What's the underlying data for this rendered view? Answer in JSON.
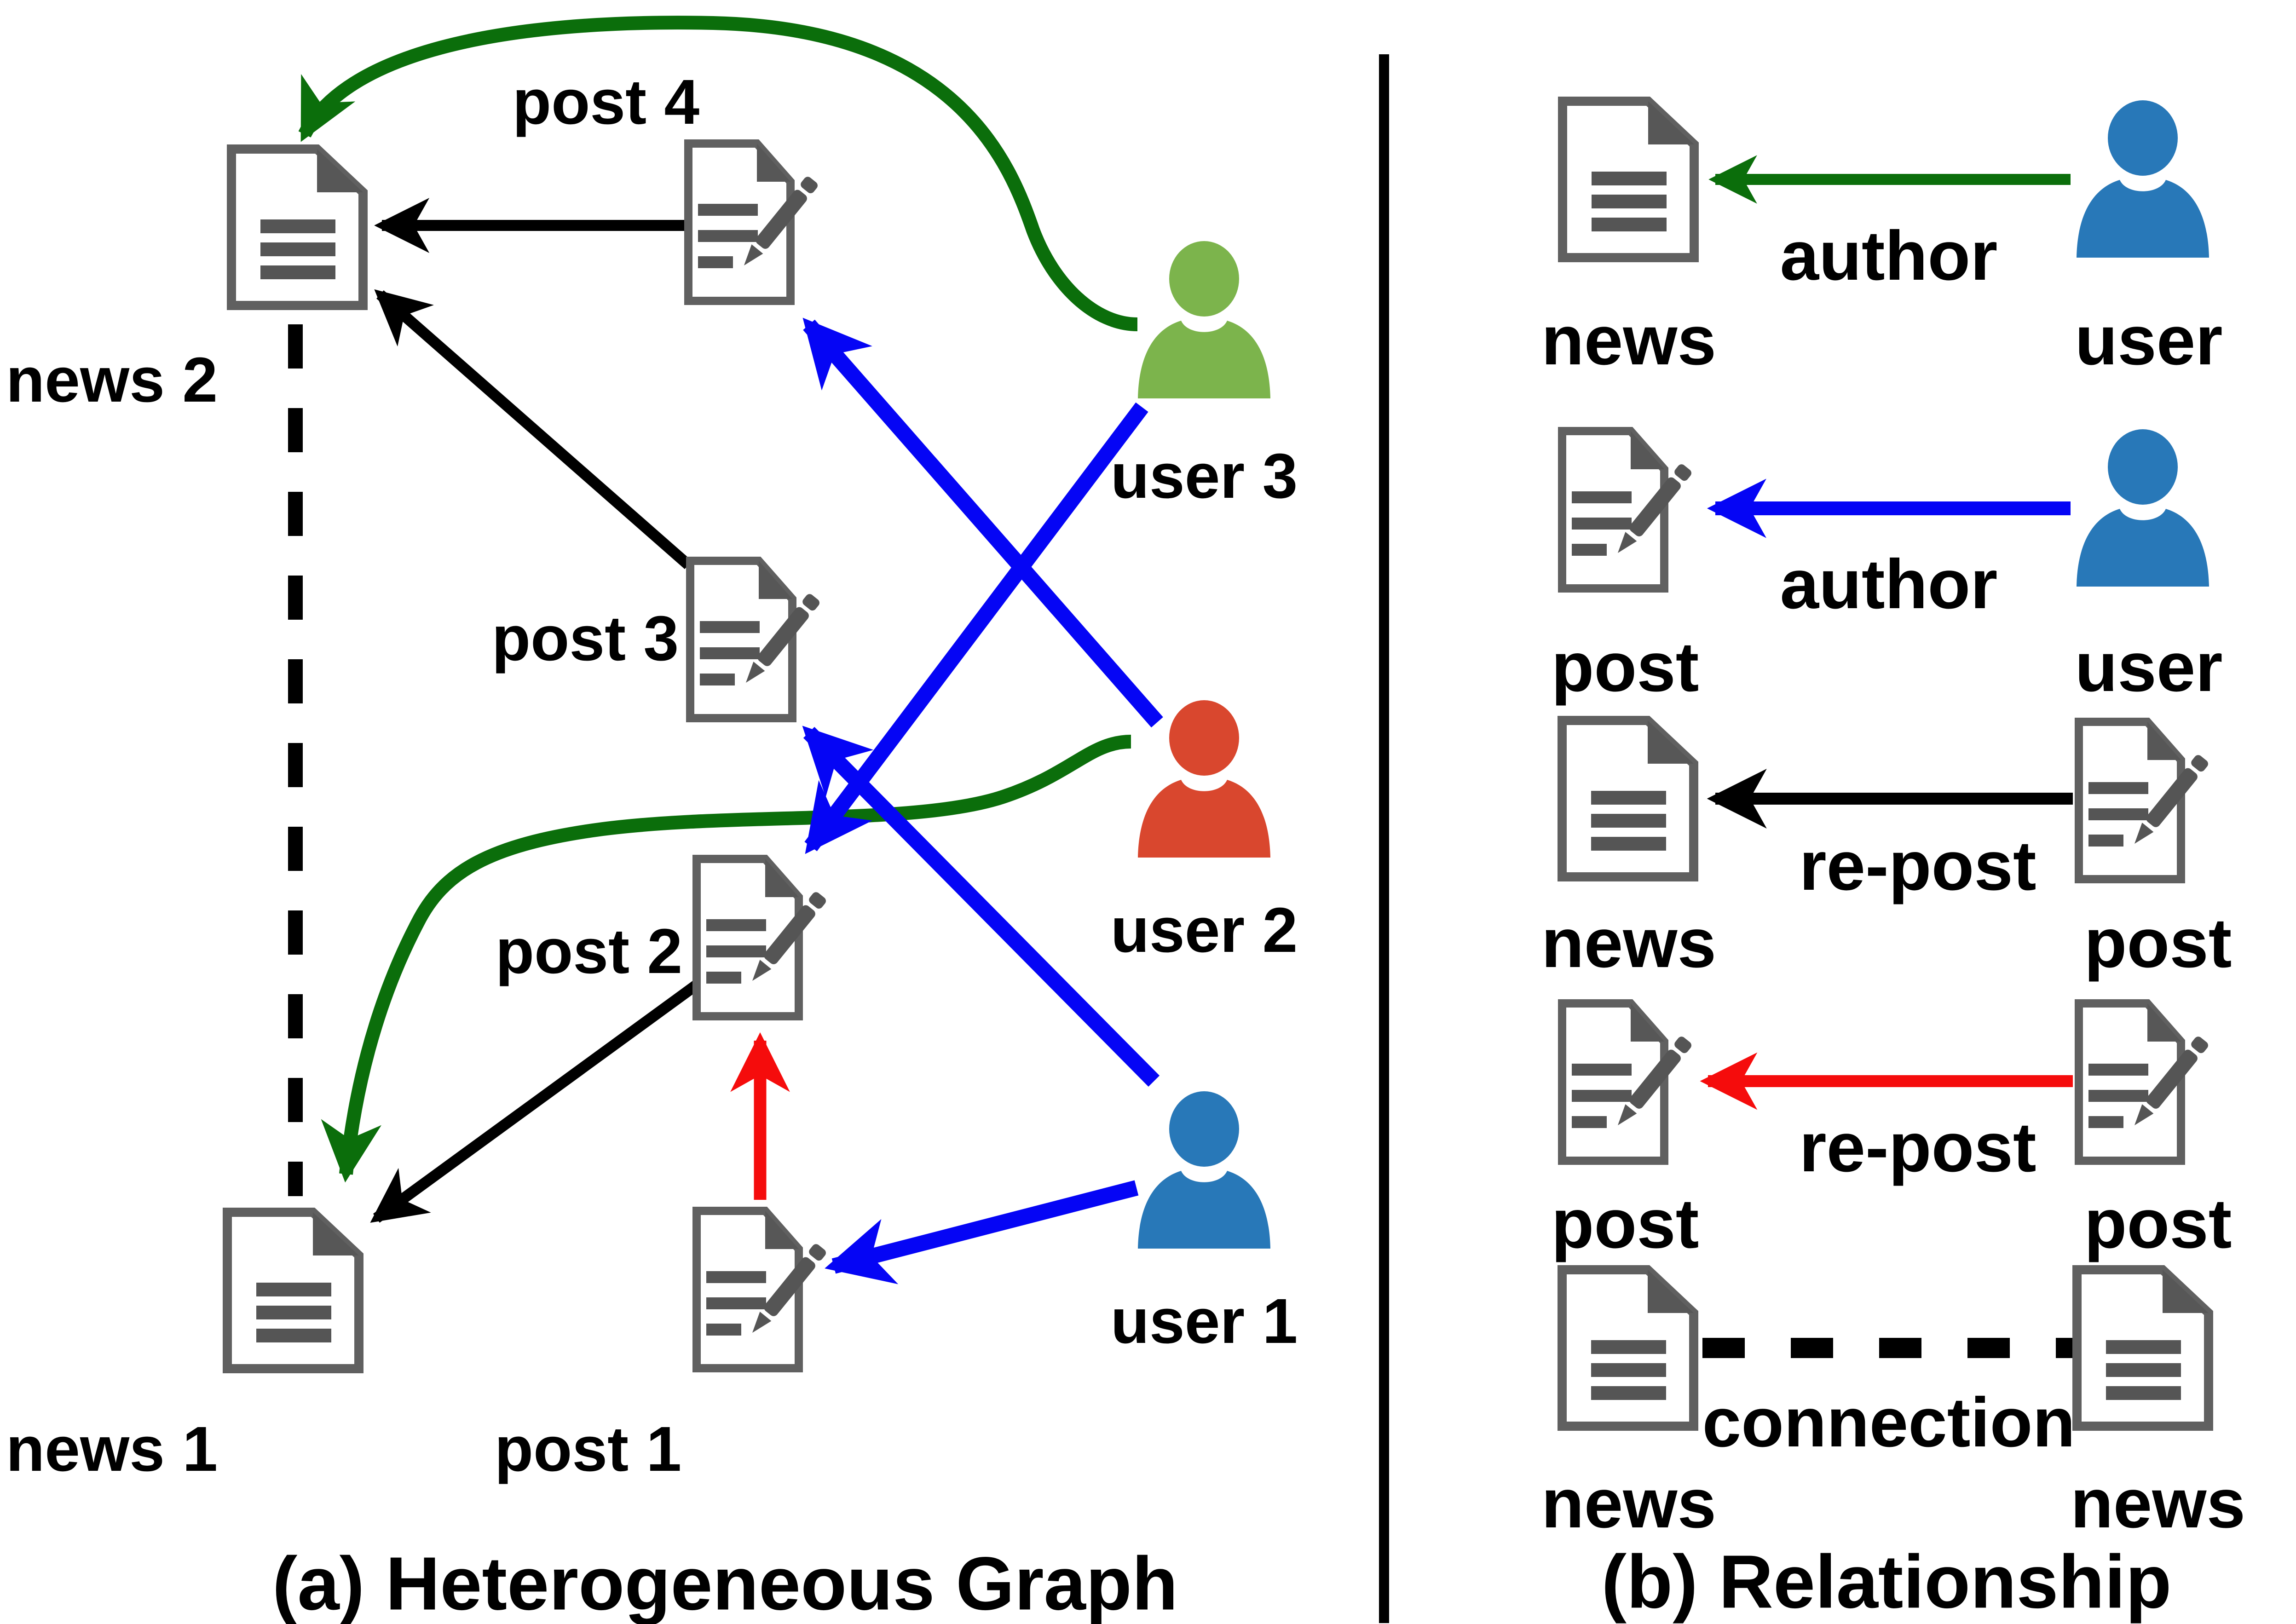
{
  "figure": {
    "panel_a": {
      "caption": "(a) Heterogeneous Graph",
      "nodes": {
        "news2": {
          "label": "news 2",
          "type": "news"
        },
        "news1": {
          "label": "news 1",
          "type": "news"
        },
        "post4": {
          "label": "post 4",
          "type": "post"
        },
        "post3": {
          "label": "post 3",
          "type": "post"
        },
        "post2": {
          "label": "post 2",
          "type": "post"
        },
        "post1": {
          "label": "post 1",
          "type": "post"
        },
        "user3": {
          "label": "user 3",
          "type": "user",
          "color": "#7cb44c"
        },
        "user2": {
          "label": "user 2",
          "type": "user",
          "color": "#d9472e"
        },
        "user1": {
          "label": "user 1",
          "type": "user",
          "color": "#2878b8"
        }
      },
      "edges": [
        {
          "from": "user3",
          "to": "news2",
          "relation": "author",
          "color": "#0b6e0b",
          "style": "curved-arrow"
        },
        {
          "from": "user2",
          "to": "news1",
          "relation": "author",
          "color": "#0b6e0b",
          "style": "curved-arrow"
        },
        {
          "from": "user2",
          "to": "post4",
          "relation": "author",
          "color": "#0505f5",
          "style": "arrow"
        },
        {
          "from": "user3",
          "to": "post2",
          "relation": "author",
          "color": "#0505f5",
          "style": "arrow"
        },
        {
          "from": "user1",
          "to": "post3",
          "relation": "author",
          "color": "#0505f5",
          "style": "arrow"
        },
        {
          "from": "user1",
          "to": "post1",
          "relation": "author",
          "color": "#0505f5",
          "style": "arrow"
        },
        {
          "from": "post4",
          "to": "news2",
          "relation": "re-post",
          "color": "#000000",
          "style": "arrow"
        },
        {
          "from": "post3",
          "to": "news2",
          "relation": "re-post",
          "color": "#000000",
          "style": "arrow"
        },
        {
          "from": "post2",
          "to": "news1",
          "relation": "re-post",
          "color": "#000000",
          "style": "arrow"
        },
        {
          "from": "post1",
          "to": "post2",
          "relation": "re-post",
          "color": "#f50c0c",
          "style": "arrow"
        },
        {
          "from": "news1",
          "to": "news2",
          "relation": "connection",
          "color": "#000000",
          "style": "dashed"
        }
      ]
    },
    "panel_b": {
      "caption": "(b) Relationship",
      "rows": [
        {
          "left": "news",
          "relation": "author",
          "right": "user",
          "arrow_color": "#0b6e0b",
          "arrow_style": "solid"
        },
        {
          "left": "post",
          "relation": "author",
          "right": "user",
          "arrow_color": "#0505f5",
          "arrow_style": "solid"
        },
        {
          "left": "news",
          "relation": "re-post",
          "right": "post",
          "arrow_color": "#000000",
          "arrow_style": "solid"
        },
        {
          "left": "post",
          "relation": "re-post",
          "right": "post",
          "arrow_color": "#f50c0c",
          "arrow_style": "solid"
        },
        {
          "left": "news",
          "relation": "connection",
          "right": "news",
          "arrow_color": "#000000",
          "arrow_style": "dashed"
        }
      ]
    },
    "colors": {
      "edge_green": "#0b6e0b",
      "edge_blue": "#0505f5",
      "edge_red": "#f50c0c",
      "edge_black": "#000000",
      "user1_blue": "#2878b8",
      "user2_red": "#d9472e",
      "user3_green": "#7cb44c",
      "icon_gray": "#606060",
      "icon_gray_dark": "#555555"
    }
  }
}
